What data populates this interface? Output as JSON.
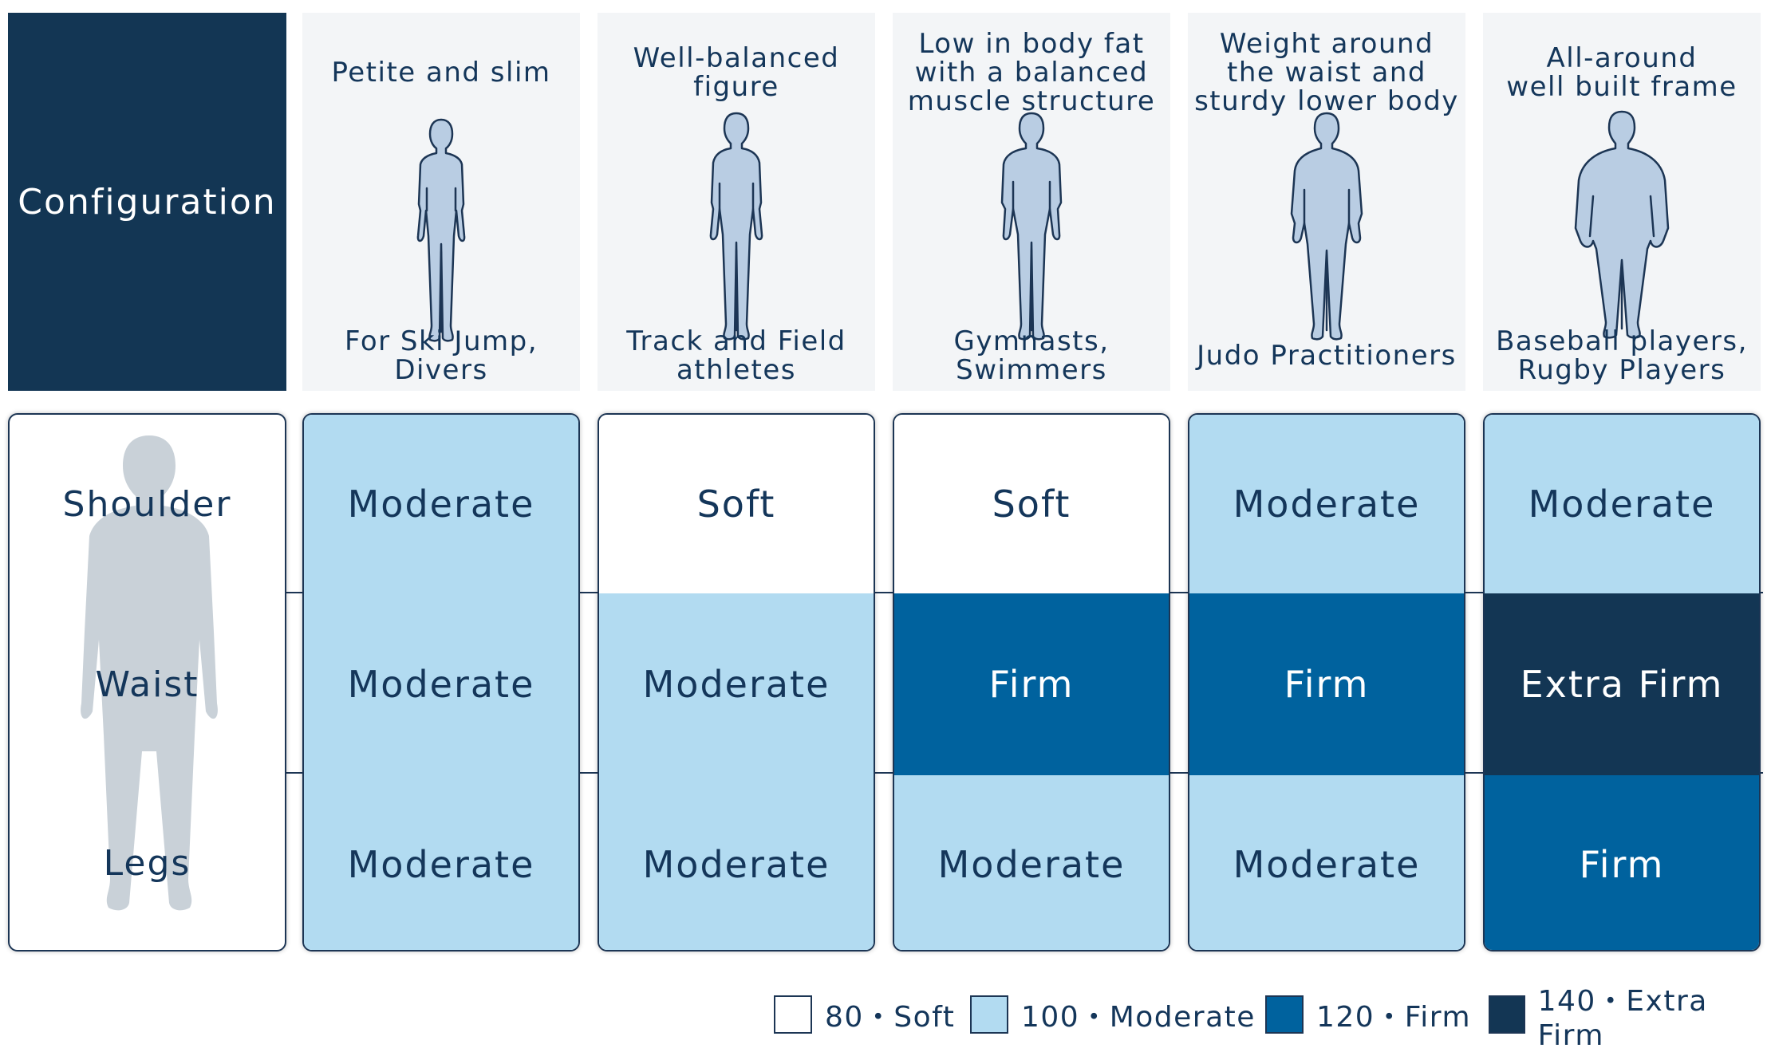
{
  "header": {
    "config_label": "Configuration",
    "columns": [
      {
        "desc": "Petite and slim",
        "sport": "For Ski Jump,\nDivers",
        "figure_icon": "slim-body-figure"
      },
      {
        "desc": "Well-balanced\nfigure",
        "sport": "Track and Field\nathletes",
        "figure_icon": "balanced-body-figure"
      },
      {
        "desc": "Low in body fat\nwith a balanced\nmuscle structure",
        "sport": "Gymnasts,\nSwimmers",
        "figure_icon": "muscular-body-figure"
      },
      {
        "desc": "Weight around\nthe waist and\nsturdy lower body",
        "sport": "Judo Practitioners",
        "figure_icon": "sturdy-body-figure"
      },
      {
        "desc": "All-around\nwell built frame",
        "sport": "Baseball players,\nRugby Players",
        "figure_icon": "large-body-figure"
      }
    ]
  },
  "rows": {
    "labels": [
      "Shoulder",
      "Waist",
      "Legs"
    ]
  },
  "grid": [
    [
      {
        "text": "Moderate",
        "level": "moderate"
      },
      {
        "text": "Moderate",
        "level": "moderate"
      },
      {
        "text": "Moderate",
        "level": "moderate"
      }
    ],
    [
      {
        "text": "Soft",
        "level": "soft"
      },
      {
        "text": "Moderate",
        "level": "moderate"
      },
      {
        "text": "Moderate",
        "level": "moderate"
      }
    ],
    [
      {
        "text": "Soft",
        "level": "soft"
      },
      {
        "text": "Firm",
        "level": "firm"
      },
      {
        "text": "Moderate",
        "level": "moderate"
      }
    ],
    [
      {
        "text": "Moderate",
        "level": "moderate"
      },
      {
        "text": "Firm",
        "level": "firm"
      },
      {
        "text": "Moderate",
        "level": "moderate"
      }
    ],
    [
      {
        "text": "Moderate",
        "level": "moderate"
      },
      {
        "text": "Extra Firm",
        "level": "extra"
      },
      {
        "text": "Firm",
        "level": "firm"
      }
    ]
  ],
  "legend": [
    {
      "label": "80・Soft",
      "color": "#ffffff"
    },
    {
      "label": "100・Moderate",
      "color": "#b2dbf1"
    },
    {
      "label": "120・Firm",
      "color": "#00629e"
    },
    {
      "label": "140・Extra Firm",
      "color": "#133654"
    }
  ],
  "colors": {
    "navy": "#133654",
    "soft": "#ffffff",
    "moderate": "#b2dbf1",
    "firm": "#00629e",
    "extra_firm": "#133654",
    "header_bg": "#f3f5f7"
  }
}
